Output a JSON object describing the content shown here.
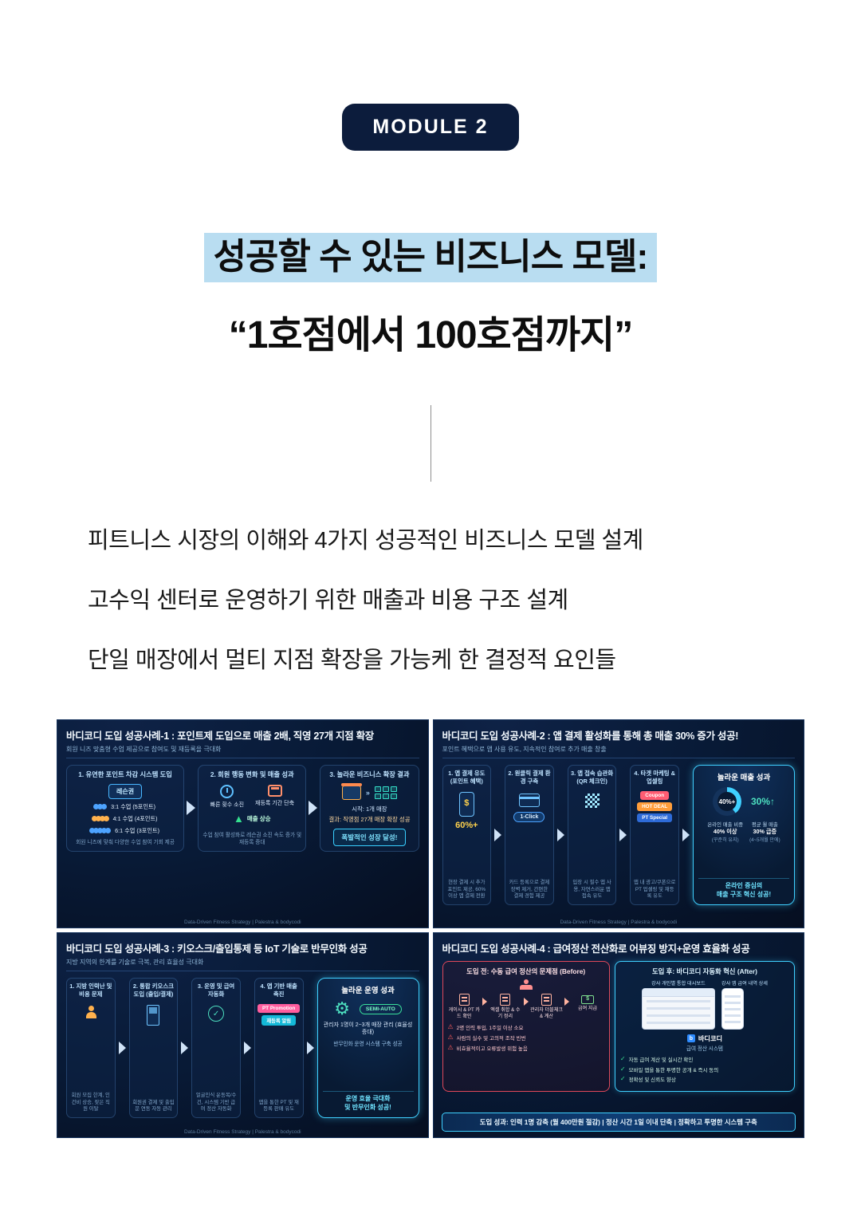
{
  "colors": {
    "highlight": "#b9ddf1",
    "badge_bg": "#0c1c3c",
    "panel_bg": "#081a36",
    "accent_cyan": "#3fd0ff",
    "accent_green": "#35e08f",
    "accent_orange": "#ffb14d",
    "warn_red": "#e0485a"
  },
  "icons": {
    "warning": "⚠",
    "check": "✓",
    "up": "▲",
    "gear": "⚙",
    "chevron": "»"
  },
  "header": {
    "module_badge": "MODULE 2",
    "title_line1": "성공할 수 있는 비즈니스 모델:",
    "title_line2": "“1호점에서 100호점까지”"
  },
  "bullets": [
    "피트니스 시장의 이해와 4가지 성공적인 비즈니스 모델 설계",
    "고수익 센터로 운영하기 위한 매출과 비용 구조 설계",
    "단일 매장에서 멀티 지점 확장을 가능케 한 결정적 요인들"
  ],
  "panel1": {
    "title": "바디코디 도입 성공사례-1 : 포인트제 도입으로 매출 2배, 직영 27개 지점 확장",
    "subtitle": "회원 니즈 맞춤형 수업 제공으로 참여도 및 재등록을 극대화",
    "col1": {
      "header": "1. 유연한 포인트 차감 시스템 도입",
      "pass_label": "레슨권",
      "rows": [
        "3:1 수업 (5포인트)",
        "4:1 수업 (4포인트)",
        "6:1 수업 (3포인트)"
      ],
      "caption": "회원 니즈에 맞춰 다양한 수업 참여 기회 제공"
    },
    "col2": {
      "header": "2. 회원 행동 변화 및 매출 성과",
      "item1": "빠른 횟수 소진",
      "item2": "재등록 기간 단축",
      "item3": "매출 상승",
      "caption": "수업 참여 활성화로 레슨권 소진 속도 증가 및 재등록 증대"
    },
    "col3": {
      "header": "3. 놀라운 비즈니스 확장 결과",
      "start": "시작: 1개 매장",
      "result": "결과: 직영점 27개 매장 확장 성공",
      "badge": "폭발적인 성장 달성!"
    },
    "footer": "Data-Driven Fitness Strategy | Palestra & bodycodi"
  },
  "panel2": {
    "title": "바디코디 도입 성공사례-2 : 앱 결제 활성화를 통해 총 매출 30% 증가 성공!",
    "subtitle": "포인트 혜택으로 앱 사용 유도, 지속적인 참여로 추가 매출 창출",
    "steps": [
      {
        "header": "1. 앱 결제 유도 (포인트 혜택)",
        "metric": "60%+",
        "caption": "현장 결제 시 추가 포인트 제공, 60% 이상 앱 결제 전환"
      },
      {
        "header": "2. 원클릭 결제 환경 구축",
        "metric": "1-Click",
        "caption": "카드 등록으로 결제 장벽 제거, 간편한 결제 경험 제공"
      },
      {
        "header": "3. 앱 접속 습관화 (QR 체크인)",
        "caption": "입장 시 필수 앱 사용, 자연스러운 앱 접속 유도"
      },
      {
        "header": "4. 타겟 마케팅 & 업셀링",
        "badges": [
          "Coupon",
          "HOT DEAL",
          "PT Special"
        ],
        "caption": "앱 내 광고/쿠폰으로 PT 업셀링 및 재등록 유도"
      }
    ],
    "result": {
      "title": "놀라운 매출 성과",
      "stats": [
        {
          "big": "40%+",
          "l1": "온라인 매출 비중",
          "l2": "40% 이상",
          "l3": "(꾸준히 유지)"
        },
        {
          "big": "30%↑",
          "l1": "평균 월 매출",
          "l2": "30% 급증",
          "l3": "(4~5개월 만에)"
        }
      ],
      "bottom1": "온라인 중심의",
      "bottom2": "매출 구조 혁신 성공!"
    },
    "footer": "Data-Driven Fitness Strategy | Palestra & bodycodi"
  },
  "panel3": {
    "title": "바디코디 도입 성공사례-3 : 키오스크/출입통제 등 IoT 기술로 반무인화 성공",
    "subtitle": "지방 지역의 한계를 기술로 극복, 관리 효율성 극대화",
    "steps": [
      {
        "header": "1. 지방 인력난 및 비용 문제",
        "caption": "회원 모집 한계, 인건비 상승, 잦은 직원 이탈"
      },
      {
        "header": "2. 통합 키오스크 도입 (출입/결제)",
        "caption": "회원권 결제 및 출입문 연동 자동 관리"
      },
      {
        "header": "3. 운영 및 급여 자동화",
        "caption": "얼굴인식 운동복/수건, 시스템 기반 급여 정산 자동화"
      },
      {
        "header": "4. 앱 기반 매출 촉진",
        "badges": [
          "PT Promotion",
          "재등록 알림"
        ],
        "caption": "앱을 통한 PT 및 재등록 판매 유도"
      }
    ],
    "result": {
      "title": "놀라운 운영 성과",
      "badge": "SEMI-AUTO",
      "line1": "관리자 1명이 2~3개 매장 관리 (효율성 증대)",
      "line2": "반무인화 운영 시스템 구축 성공",
      "bottom1": "운영 효율 극대화",
      "bottom2": "및 반무인화 성공!"
    },
    "footer": "Data-Driven Fitness Strategy | Palestra & bodycodi"
  },
  "panel4": {
    "title": "바디코디 도입 성공사례-4 : 급여정산 전산화로 어뷰징 방지+운영 효율화 성공",
    "before": {
      "header": "도입 전: 수동 급여 정산의 문제점 (Before)",
      "steps": [
        "게이시 & PT 카드 확인",
        "엑셀 취합 & 수기 정리",
        "관리자 더블체크 & 계산",
        "급여 지급"
      ],
      "warnings": [
        "2명 인력 투입, 1주일 이상 소요",
        "사람의 실수 및 고의적 조작 빈번",
        "비효율적이고 오류발생 위험 높음"
      ]
    },
    "after": {
      "header": "도입 후: 바디코디 자동화 혁신 (After)",
      "label1": "강사 개인별 통합 대시보드",
      "label2": "강사 앱 급여 내역 상세",
      "brand_mark": "b",
      "brand": "바디코디",
      "brand_sub": "급여 정산 시스템",
      "checks": [
        "자동 급여 계산 및 실시간 확인",
        "모바일 앱을 통한 투명한 공개 & 즉시 동의",
        "정확성 및 신뢰도 향상"
      ]
    },
    "bottom_bar": "도입 성과: 인력 1명 감축 (월 400만원 절감)  |  정산 시간 1일 이내 단축  |  정확하고 투명한 시스템 구축"
  }
}
